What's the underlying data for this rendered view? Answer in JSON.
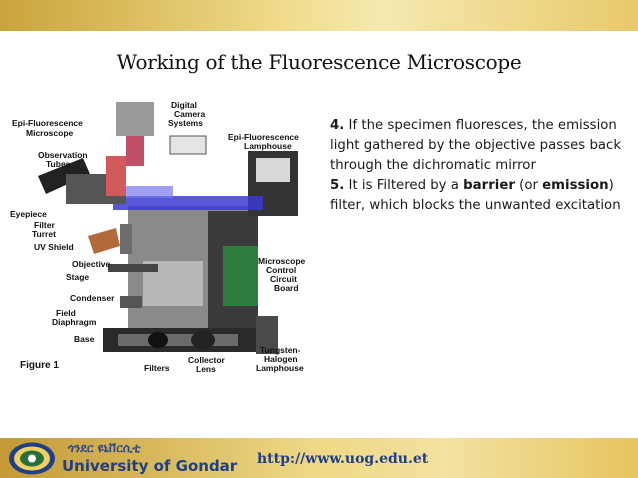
{
  "slide": {
    "title": "Working of the Fluorescence Microscope",
    "paragraphs": [
      {
        "number": "4.",
        "pre": " If the specimen fluoresces, the emission light gathered by the objective passes back through the dichromatic mirror",
        "bold": "",
        "mid": "",
        "bold2": "",
        "post": ""
      },
      {
        "number": "5.",
        "pre": " It is Filtered by a ",
        "bold": "barrier",
        "mid": " (or ",
        "bold2": "emission",
        "post": ") filter, which blocks the unwanted excitation"
      }
    ]
  },
  "figure": {
    "labels": {
      "epi_microscope_1": "Epi-Fluorescence",
      "epi_microscope_2": "Microscope",
      "digital_1": "Digital",
      "digital_2": "Camera",
      "digital_3": "Systems",
      "lamphouse_1": "Epi-Fluorescence",
      "lamphouse_2": "Lamphouse",
      "observation_1": "Observation",
      "observation_2": "Tubes",
      "eyepiece": "Eyepiece",
      "filter_1": "Filter",
      "filter_2": "Turret",
      "uvshield": "UV Shield",
      "objective": "Objective",
      "stage": "Stage",
      "mcb_1": "Microscope",
      "mcb_2": "Control",
      "mcb_3": "Circuit",
      "mcb_4": "Board",
      "condenser": "Condenser",
      "field_1": "Field",
      "field_2": "Diaphragm",
      "base": "Base",
      "figure": "Figure 1",
      "filters": "Filters",
      "collector_1": "Collector",
      "collector_2": "Lens",
      "tungsten_1": "Tungsten-",
      "tungsten_2": "Halogen",
      "tungsten_3": "Lamphouse"
    }
  },
  "footer": {
    "amharic": "ጎንደር ዩኒቨርሲቲ",
    "university": "University of Gondar",
    "url": "http://www.uog.edu.et"
  },
  "colors": {
    "gold": "#e0c060",
    "navy": "#1f3f86"
  }
}
